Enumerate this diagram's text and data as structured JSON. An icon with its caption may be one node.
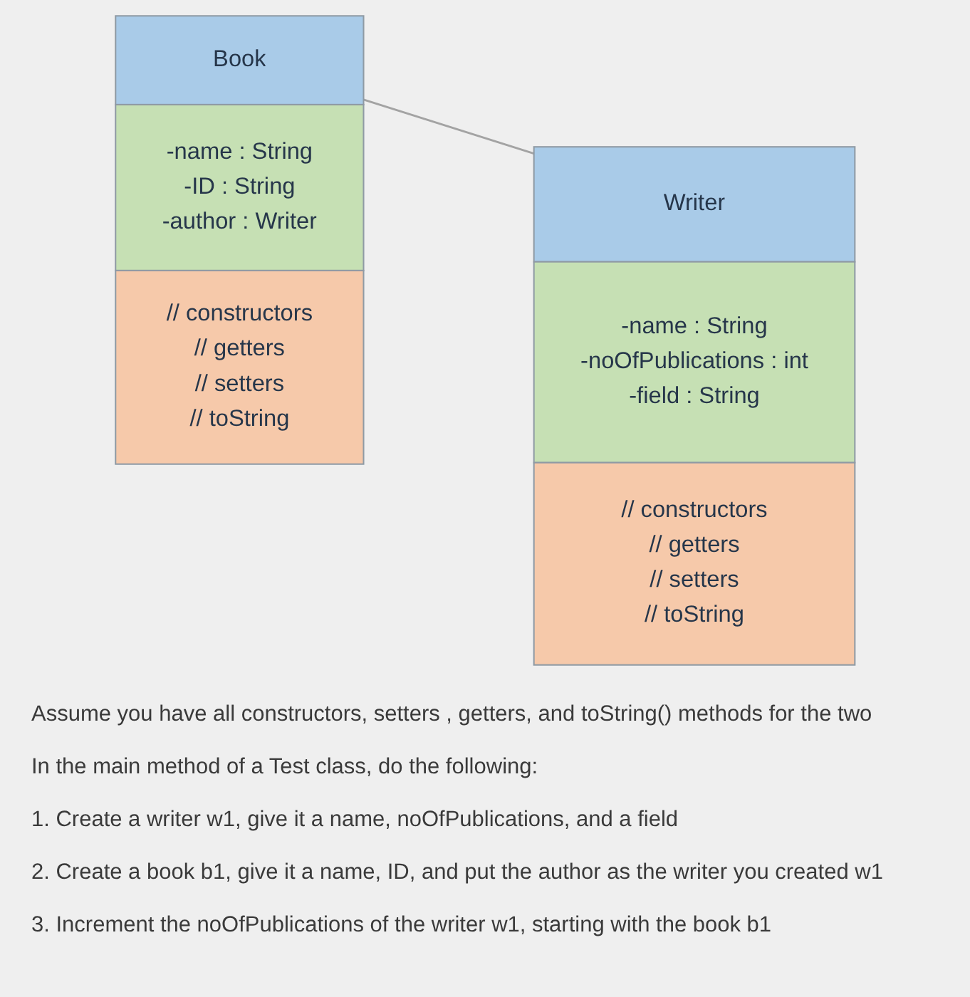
{
  "diagram": {
    "nodes": [
      {
        "text": [
          "Book"
        ]
      },
      {
        "text": [
          "-name : String",
          "-ID : String",
          "-author : Writer"
        ]
      },
      {
        "text": [
          "// constructors",
          "// getters",
          "// setters",
          "// toString"
        ]
      },
      {
        "text": [
          "Writer"
        ]
      },
      {
        "text": [
          "-name : String",
          "-noOfPublications : int",
          "-field : String"
        ]
      },
      {
        "text": [
          "// constructors",
          "// getters",
          "// setters",
          "// toString"
        ]
      }
    ],
    "edges": [
      {
        "from": 0,
        "to": 3,
        "arrow": "none"
      }
    ],
    "labels": [
      "Assume you have all constructors, setters , getters, and toString() methods for the two",
      "In the main method of a Test class, do the following:",
      "1. Create a writer w1, give it a name, noOfPublications, and a field",
      "2. Create a book b1, give it a name, ID, and put the author as the writer you created w1",
      "3. Increment the noOfPublications of the writer w1, starting with the book b1"
    ]
  }
}
